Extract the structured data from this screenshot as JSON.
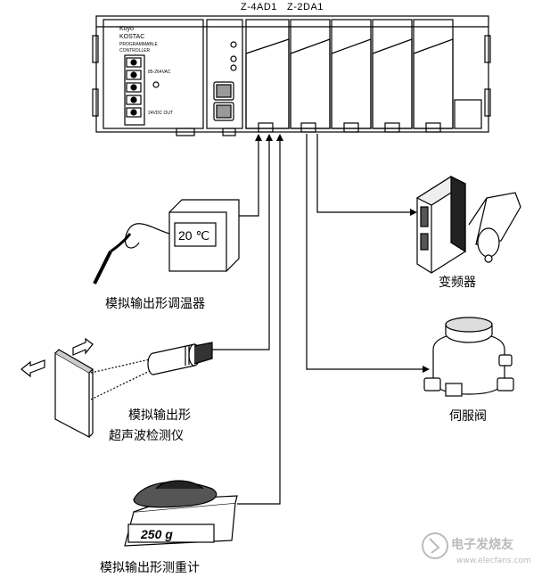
{
  "plc": {
    "brand_line1": "Koyo",
    "brand_line2": "KOSTAC",
    "brand_line3": "PROGRAMMABLE",
    "brand_line4": "CONTROLLER",
    "terminal_note1": "85-264VAC",
    "terminal_note2": "24VDC OUT"
  },
  "modules": {
    "analog_input": "Z-4AD1",
    "analog_output": "Z-2DA1"
  },
  "devices": {
    "temp_controller": {
      "label": "模拟输出形调温器",
      "display": "20 ℃"
    },
    "ultrasonic": {
      "label_line1": "模拟输出形",
      "label_line2": "超声波检测仪"
    },
    "scale": {
      "label": "模拟输出形测重计",
      "display": "250 g"
    },
    "inverter": {
      "label": "变频器"
    },
    "servo_valve": {
      "label": "伺服阀"
    }
  },
  "watermark": {
    "text1": "电子发烧友",
    "text2": "www.elecfans.com"
  }
}
